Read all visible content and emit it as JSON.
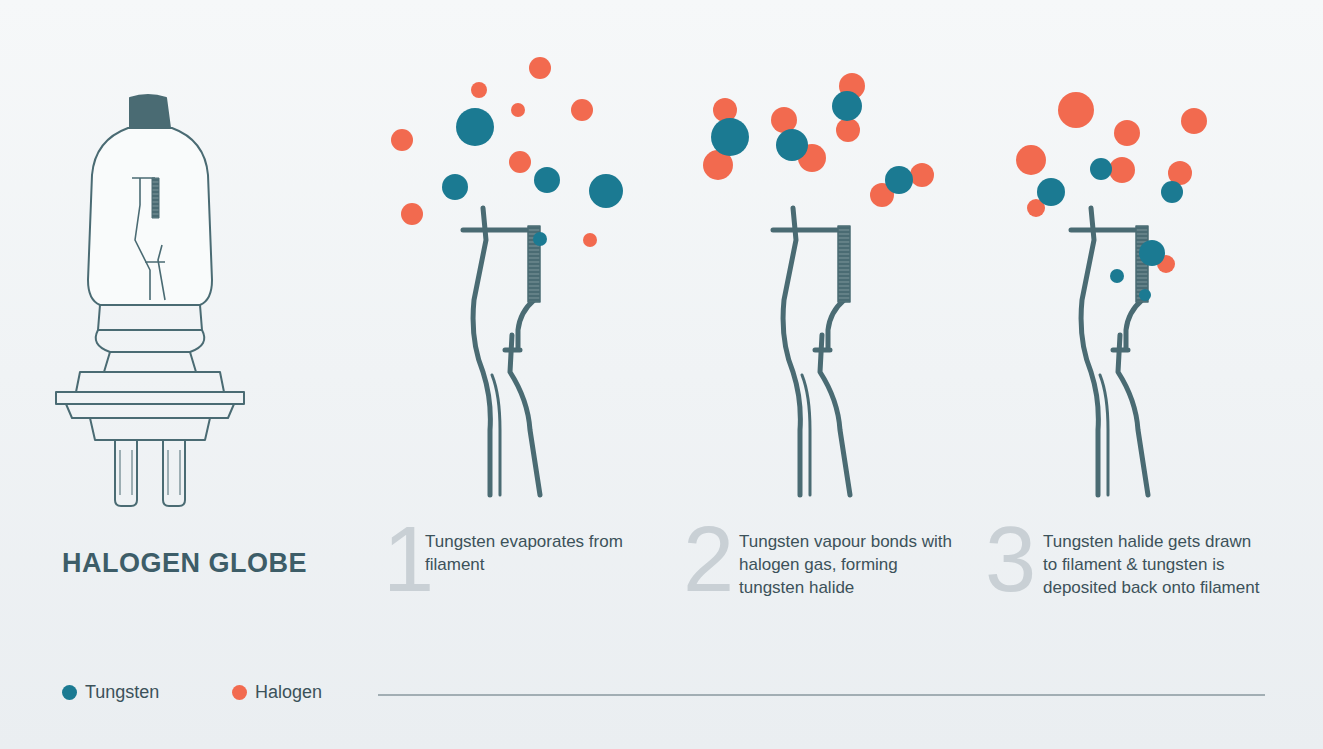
{
  "diagram": {
    "title": "HALOGEN GLOBE",
    "labels": [
      "1",
      "Tungsten evaporates from filament",
      "2",
      "Tungsten vapour bonds with halogen gas, forming tungsten halide",
      "3",
      "Tungsten halide gets drawn to filament & tungsten is deposited back onto filament"
    ],
    "legend": [
      {
        "text": "Tungsten",
        "color": "#1b7a92"
      },
      {
        "text": "Halogen",
        "color": "#f26a4f"
      }
    ]
  }
}
